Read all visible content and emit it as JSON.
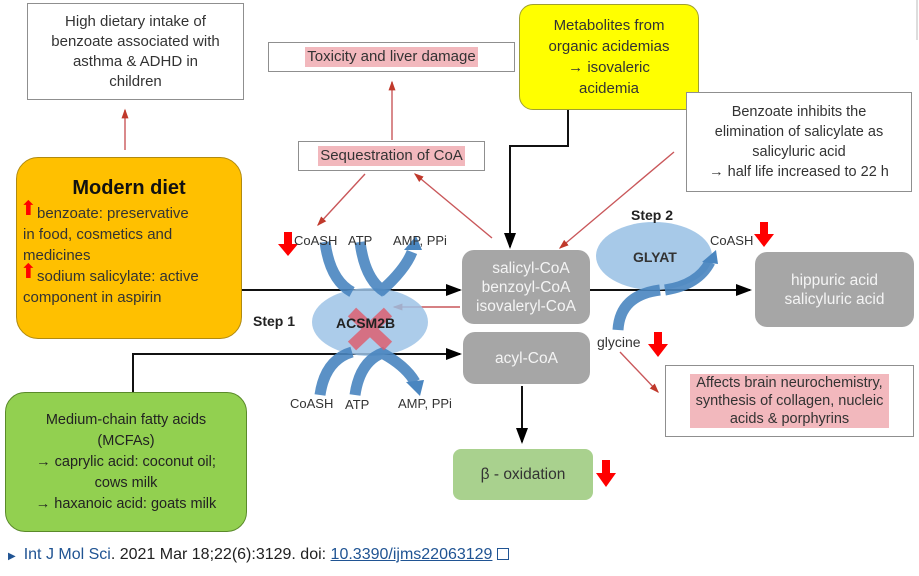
{
  "diagram": {
    "top_left_box": "High dietary intake of benzoate associated with asthma & ADHD in children",
    "top_left_lines": [
      "High dietary intake of",
      "benzoate associated with",
      "asthma & ADHD in",
      "children"
    ],
    "toxicity": "Toxicity and liver damage",
    "sequestration": "Sequestration of CoA",
    "metabolites_lines": [
      "Metabolites from",
      "organic acidemias",
      "→ isovaleric",
      "acidemia"
    ],
    "benzoate_inhibits_lines": [
      "Benzoate inhibits the",
      "elimination of salicylate as",
      "salicyluric acid",
      "→ half life increased to 22 h"
    ],
    "modern_diet": {
      "title": "Modern diet",
      "item1_lines": [
        "benzoate:  preservative",
        "in food, cosmetics and",
        "medicines"
      ],
      "item2_lines": [
        "sodium salicylate: active",
        "component in aspirin"
      ]
    },
    "step1": "Step 1",
    "step2": "Step 2",
    "acsm2b": "ACSM2B",
    "glyat": "GLYAT",
    "coash": "CoASH",
    "atp": "ATP",
    "amp_ppi": "AMP, PPi",
    "glycine": "glycine",
    "acyl_coa_group_lines": [
      "salicyl-CoA",
      "benzoyl-CoA",
      "isovaleryl-CoA"
    ],
    "acyl_coa": "acyl-CoA",
    "products_lines": [
      "hippuric acid",
      "salicyluric acid"
    ],
    "affects_lines": [
      "Affects brain neurochemistry,",
      "synthesis of collagen, nucleic",
      "acids & porphyrins"
    ],
    "beta_oxidation": "β - oxidation",
    "mcfa_lines": [
      "Medium-chain fatty acids",
      "(MCFAs)",
      "→ caprylic acid: coconut oil;",
      "cows milk",
      "→ haxanoic acid: goats milk"
    ],
    "colors": {
      "modern_diet_fill": "#ffc000",
      "metabolites_fill": "#ffff00",
      "mcfa_fill": "#92d050",
      "beta_fill": "#a9d18e",
      "grey_box": "#a6a6a6",
      "enzyme_fill": "#9dc3e6",
      "pink_highlight": "#f2b8bd",
      "red_arrow": "#ff0000",
      "thin_red_line": "#c0504d"
    }
  },
  "caption": {
    "journal": "Int J Mol Sci",
    "citation": ". 2021 Mar 18;22(6):3129. doi: ",
    "doi": "10.3390/ijms22063129"
  }
}
